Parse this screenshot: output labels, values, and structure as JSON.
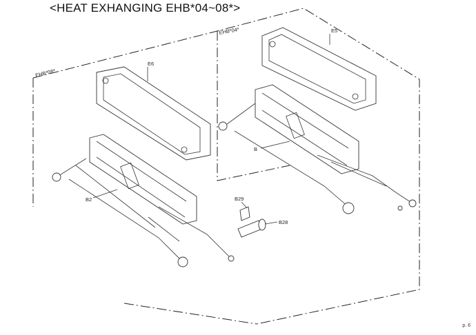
{
  "title": "<HEAT EXHANGING EHB*04~08*>",
  "groups": {
    "left": "EHB*08*",
    "right": "EHB*04*"
  },
  "callouts": {
    "e6": "E6",
    "e5": "E5",
    "b": "B",
    "b2": "B2",
    "b29": "B29",
    "b28": "B28"
  },
  "page_number": "p. 6"
}
